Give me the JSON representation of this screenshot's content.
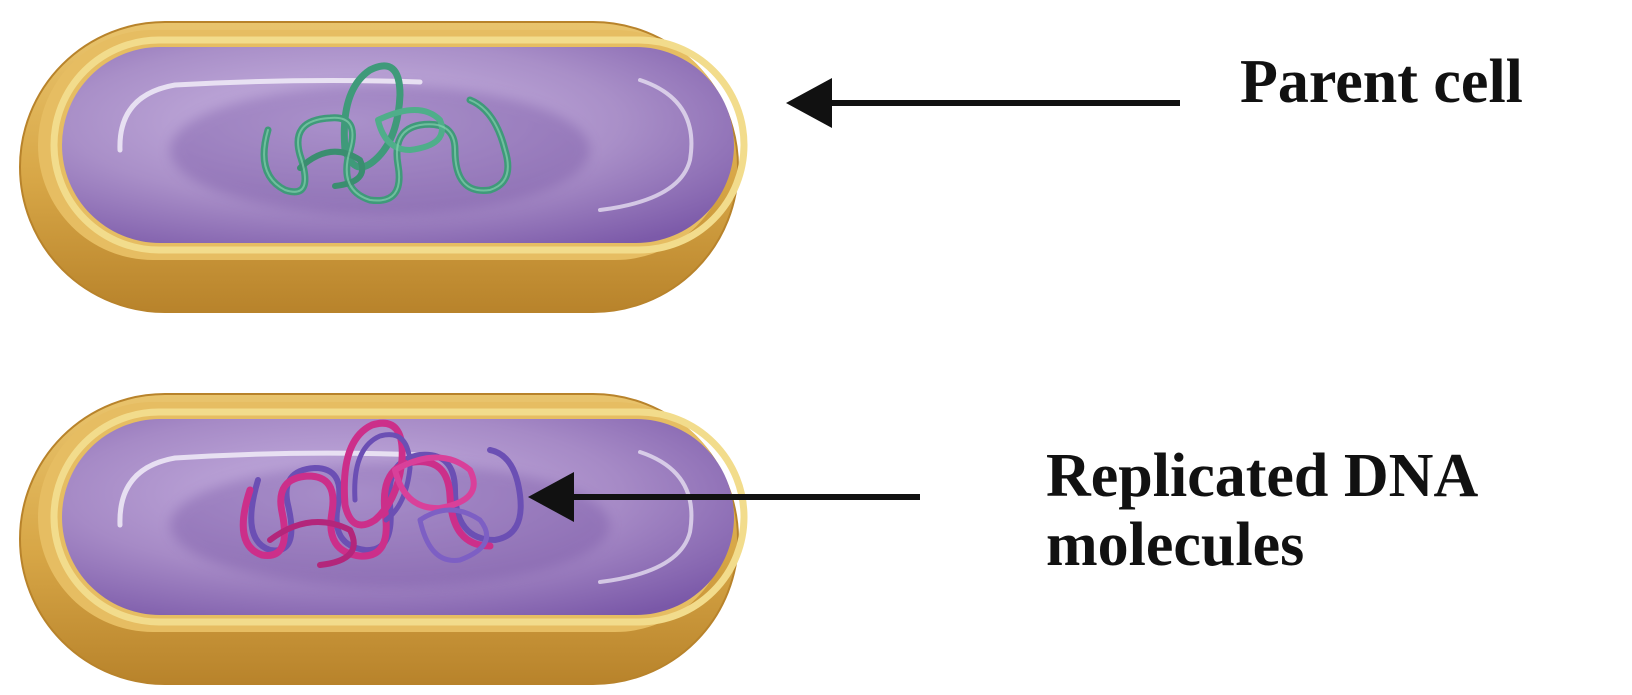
{
  "labels": {
    "parent_cell": "Parent cell",
    "replicated_dna_line1": "Replicated DNA",
    "replicated_dna_line2": "molecules"
  },
  "colors": {
    "background": "#ffffff",
    "cell_wall": "#d7a646",
    "cell_wall_dark": "#b8832b",
    "membrane": "#f2dc8c",
    "cytoplasm": "#a98fc8",
    "cytoplasm_dark": "#7c5aa9",
    "parent_dna": "#3f9a7a",
    "replicated_dna_a": "#cc2f8a",
    "replicated_dna_b": "#6b4fb4",
    "arrow": "#111111",
    "text": "#111111"
  },
  "icons": [
    "arrow-left-icon"
  ]
}
